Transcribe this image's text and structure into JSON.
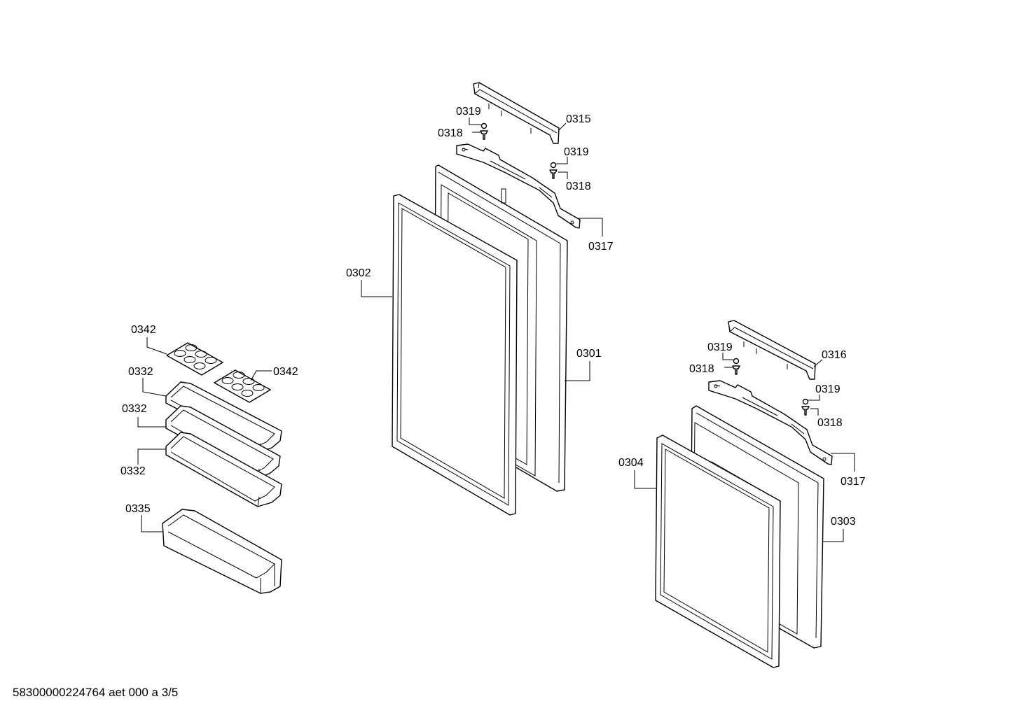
{
  "labels": {
    "p0319a": "0319",
    "p0318a": "0318",
    "p0315": "0315",
    "p0319b": "0319",
    "p0318b": "0318",
    "p0317a": "0317",
    "p0302": "0302",
    "p0301": "0301",
    "p0342a": "0342",
    "p0332a": "0332",
    "p0342b": "0342",
    "p0332b": "0332",
    "p0332c": "0332",
    "p0335": "0335",
    "p0319c": "0319",
    "p0318c": "0318",
    "p0316": "0316",
    "p0319d": "0319",
    "p0318d": "0318",
    "p0317b": "0317",
    "p0304": "0304",
    "p0303": "0303"
  },
  "footer": "58300000224764 aet 000 a 3/5"
}
